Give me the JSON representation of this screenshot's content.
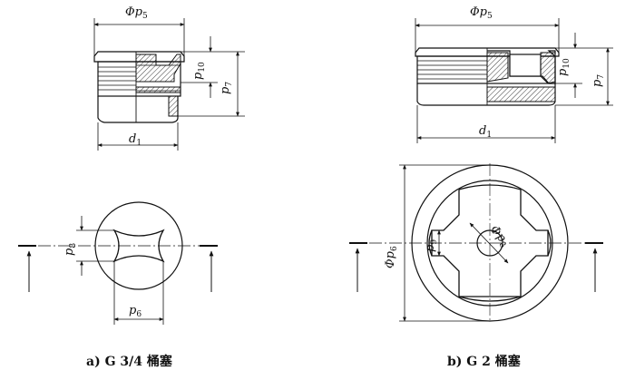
{
  "labels": {
    "a_top_p5": "Φp",
    "a_top_p5_sub": "5",
    "a_p10": "p",
    "a_p10_sub": "10",
    "a_p7": "p",
    "a_p7_sub": "7",
    "a_d1": "d",
    "a_d1_sub": "1",
    "a_p8": "p",
    "a_p8_sub": "8",
    "a_p6": "p",
    "a_p6_sub": "6",
    "b_top_p5": "Φp",
    "b_top_p5_sub": "5",
    "b_p10": "p",
    "b_p10_sub": "10",
    "b_p7": "p",
    "b_p7_sub": "7",
    "b_d1": "d",
    "b_d1_sub": "1",
    "b_phi_p6": "Φp",
    "b_phi_p6_sub": "6",
    "b_p9": "p",
    "b_p9_sub": "9",
    "b_phi_p8": "Φp",
    "b_phi_p8_sub": "8"
  },
  "captions": {
    "a": "a) G 3/4  桶塞",
    "b": "b) G 2  桶塞"
  }
}
